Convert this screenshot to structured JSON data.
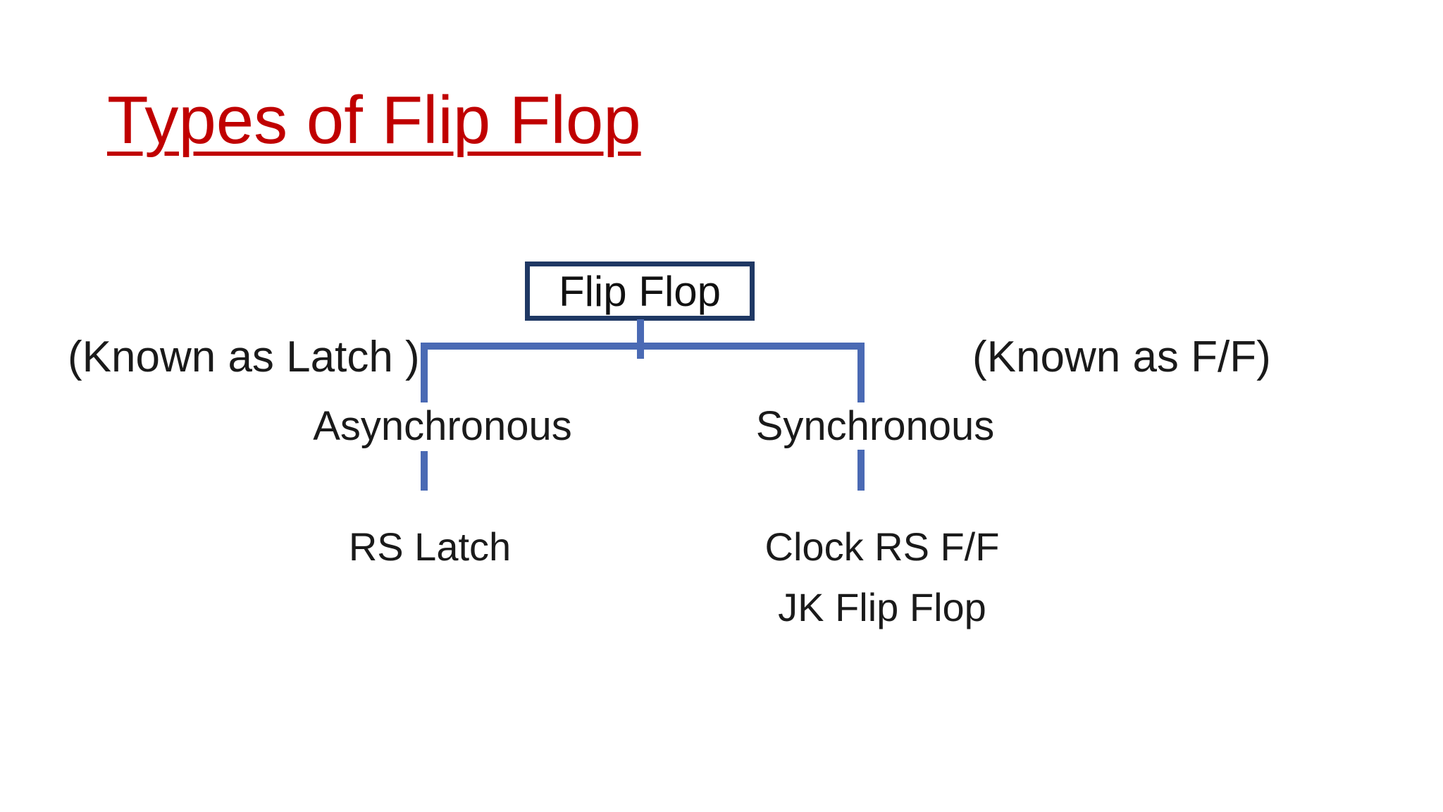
{
  "slide": {
    "title": "Types of Flip Flop",
    "tree": {
      "root": "Flip Flop",
      "left_note": "(Known as Latch )",
      "right_note": "(Known as F/F)",
      "branches": [
        {
          "label": "Asynchronous",
          "children": [
            "RS Latch"
          ]
        },
        {
          "label": "Synchronous",
          "children": [
            "Clock RS F/F",
            "JK Flip Flop"
          ]
        }
      ]
    },
    "colors": {
      "title": "#c00000",
      "box_border": "#1f3864",
      "connector": "#4a6ab4",
      "text": "#1a1a1a",
      "background": "#ffffff"
    }
  }
}
